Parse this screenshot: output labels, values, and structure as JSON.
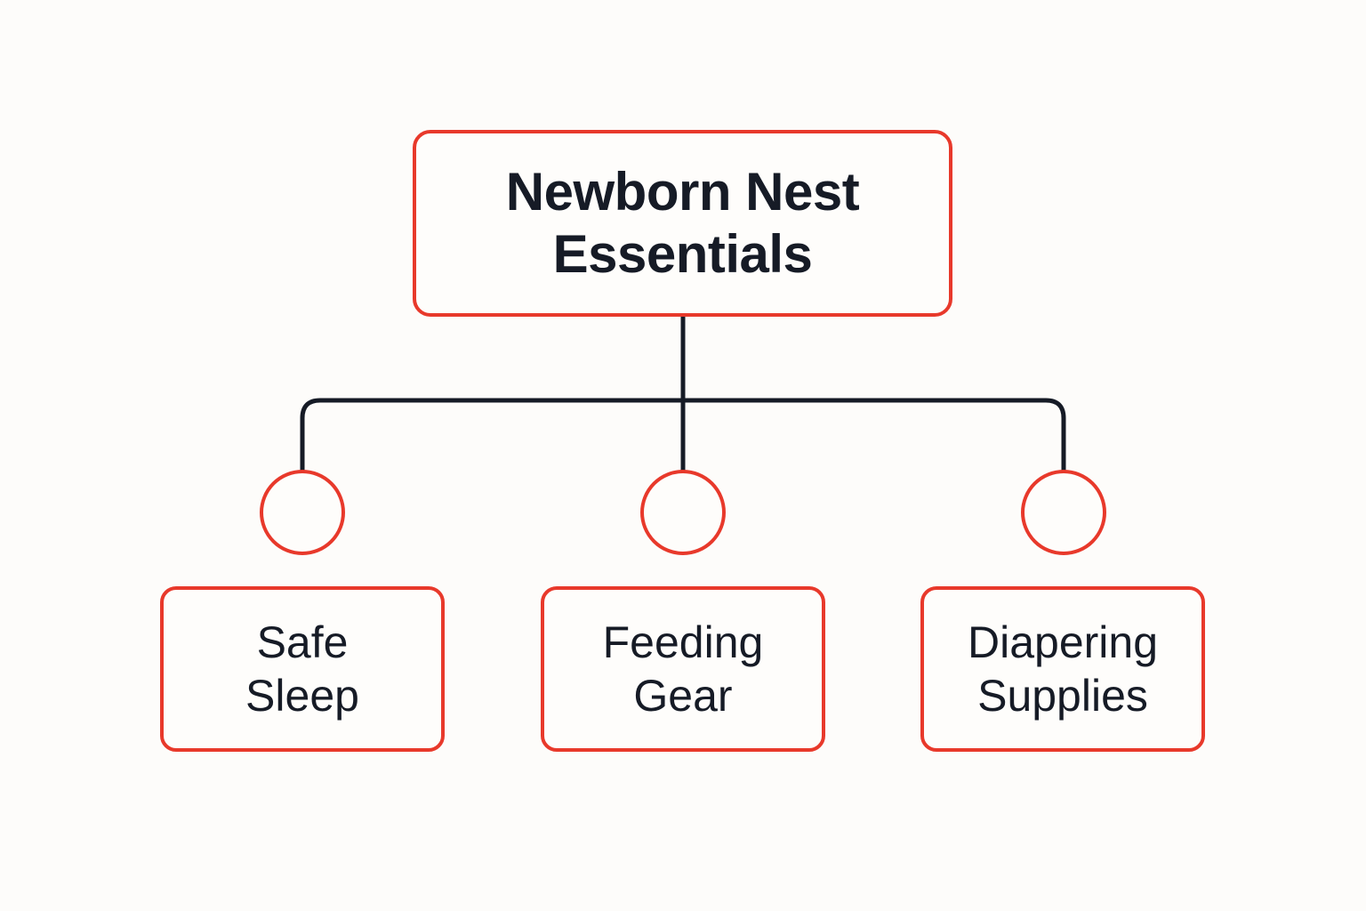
{
  "diagram": {
    "type": "tree",
    "colors": {
      "background": "#fdfcfa",
      "box_border": "#e8392b",
      "connector": "#161b26",
      "text": "#161b26"
    },
    "root": {
      "line1": "Newborn Nest",
      "line2": "Essentials"
    },
    "children": [
      {
        "line1": "Safe",
        "line2": "Sleep"
      },
      {
        "line1": "Feeding",
        "line2": "Gear"
      },
      {
        "line1": "Diapering",
        "line2": "Supplies"
      }
    ]
  }
}
